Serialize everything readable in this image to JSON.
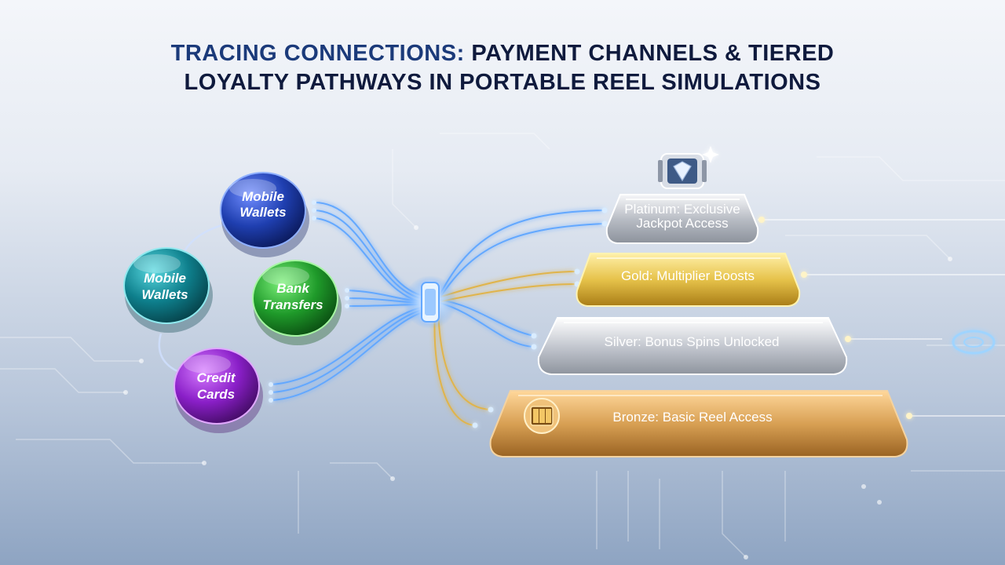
{
  "title": {
    "line1_accent": "TRACING CONNECTIONS:",
    "line1_rest": "PAYMENT CHANNELS & TIERED",
    "line2": "LOYALTY PATHWAYS IN PORTABLE REEL SIMULATIONS"
  },
  "payment_channels": [
    {
      "line1": "Mobile",
      "line2": "Wallets",
      "color": "#1f3fb0"
    },
    {
      "line1": "Mobile",
      "line2": "Wallets",
      "color": "#0e7f8c"
    },
    {
      "line1": "Bank",
      "line2": "Transfers",
      "color": "#1f9a2a"
    },
    {
      "line1": "Credit",
      "line2": "Cards",
      "color": "#8a1fc8"
    }
  ],
  "loyalty_tiers": [
    {
      "line1": "Platinum: Exclusive",
      "line2": "Jackpot Access",
      "color": "#c9ccd2"
    },
    {
      "line1": "Gold: Multiplier Boosts",
      "line2": "",
      "color": "#e6c24a"
    },
    {
      "line1": "Silver: Bonus Spins Unlocked",
      "line2": "",
      "color": "#c4c8d0"
    },
    {
      "line1": "Bronze: Basic Reel Access",
      "line2": "",
      "color": "#d8a054"
    }
  ],
  "colors": {
    "wire_blue": "#63a8ff",
    "wire_gold": "#e0b44c",
    "hub": "#cfe6ff"
  },
  "icons": {
    "platinum": "slot-reel-diamond-icon",
    "bronze": "slot-reel-icon"
  }
}
